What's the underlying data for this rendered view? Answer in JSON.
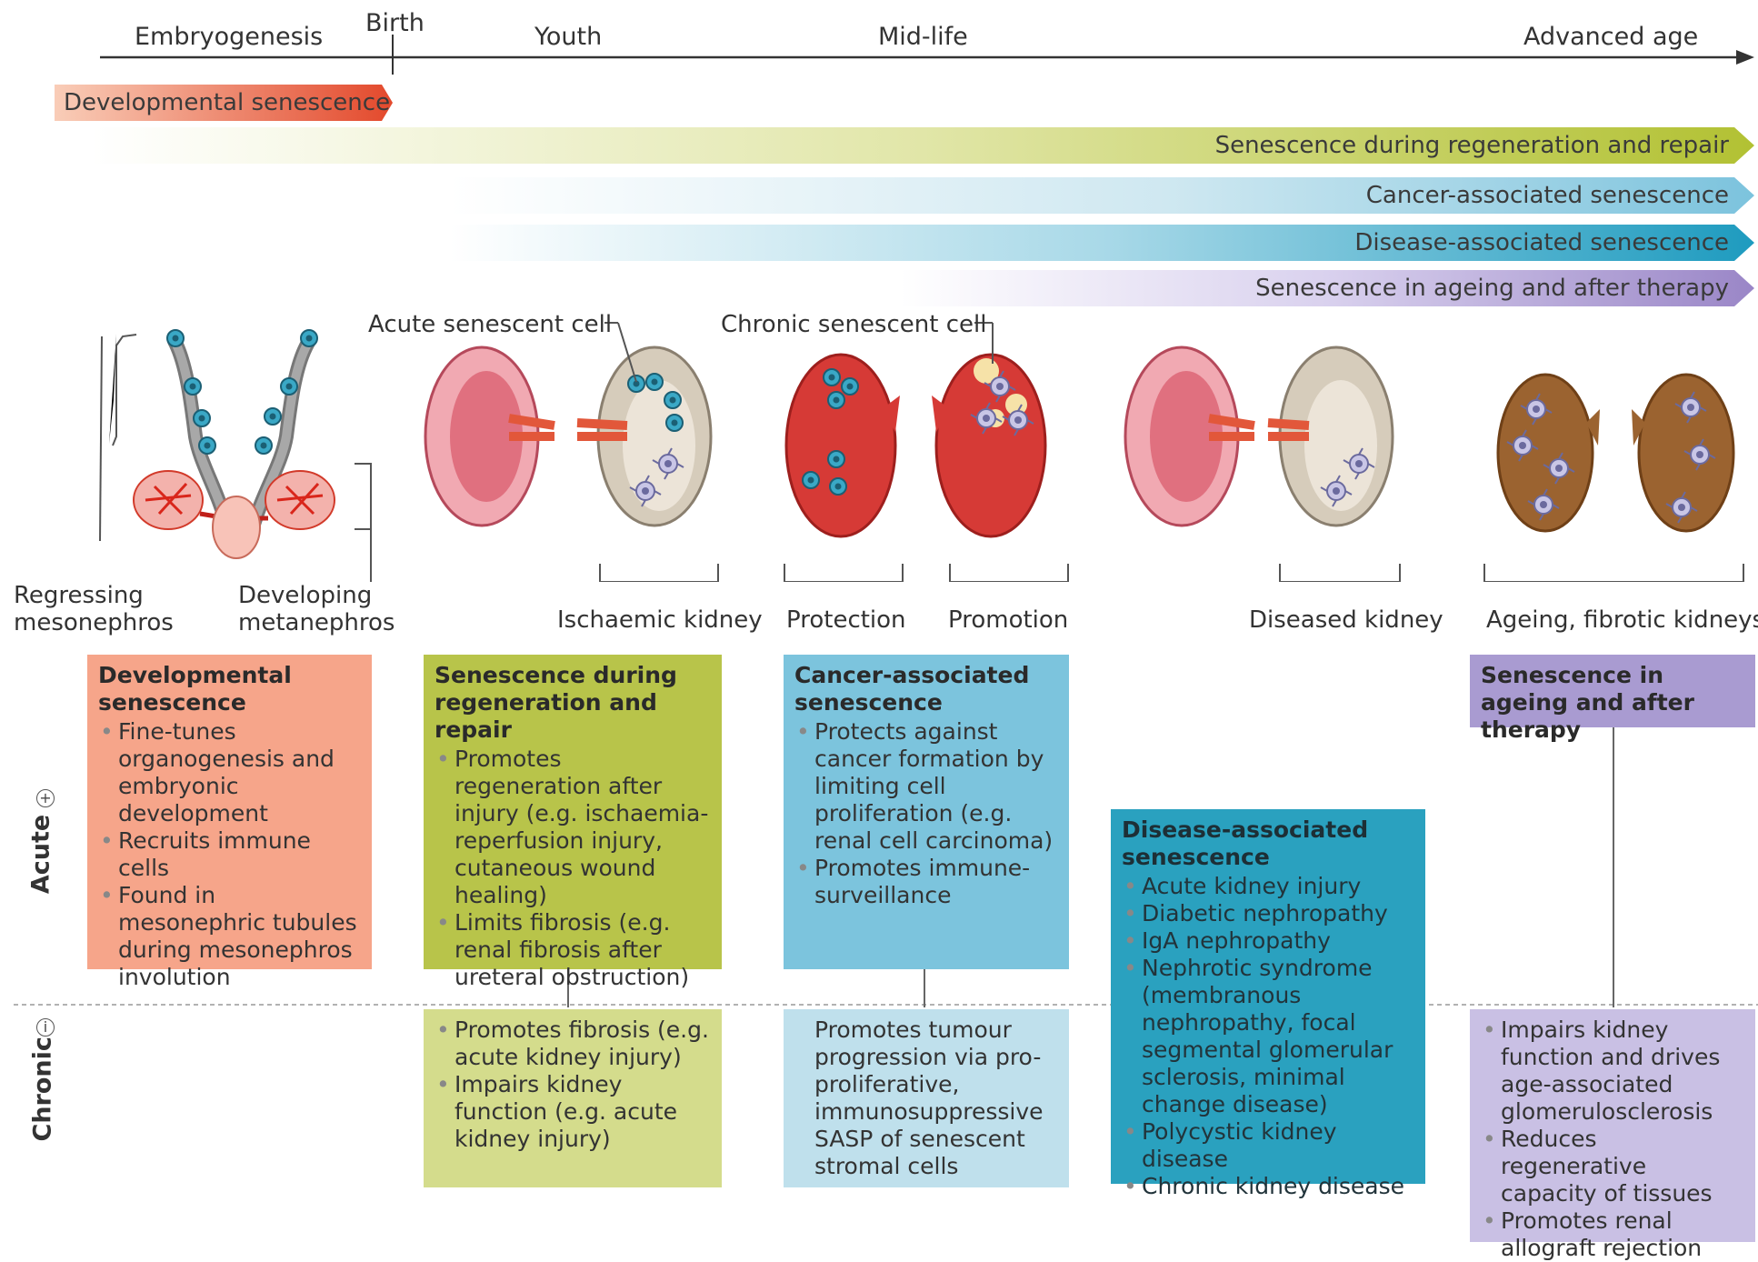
{
  "timeline": {
    "stages": [
      "Embryogenesis",
      "Birth",
      "Youth",
      "Mid-life",
      "Advanced age"
    ]
  },
  "arrows": [
    {
      "label": "Developmental senescence",
      "color": "#e8593a"
    },
    {
      "label": "Senescence during regeneration and repair",
      "color": "#b6c43c"
    },
    {
      "label": "Cancer-associated senescence",
      "color": "#7ec3dc"
    },
    {
      "label": "Disease-associated senescence",
      "color": "#2aa3c2"
    },
    {
      "label": "Senescence in ageing and after therapy",
      "color": "#a08fc9"
    }
  ],
  "callouts": {
    "acute_cell": "Acute senescent cell",
    "chronic_cell": "Chronic senescent cell"
  },
  "captions": {
    "regressing": "Regressing\nmesonephros",
    "developing": "Developing\nmetanephros",
    "ischaemic": "Ischaemic kidney",
    "protection": "Protection",
    "promotion": "Promotion",
    "diseased": "Diseased kidney",
    "ageing": "Ageing, fibrotic kidneys"
  },
  "side_labels": {
    "acute": "Acute",
    "chronic": "Chronic",
    "acute_symbol": "+",
    "chronic_symbol": "i"
  },
  "boxes": {
    "developmental": {
      "title": "Developmental senescence",
      "color": "#f6a58a",
      "items": [
        "Fine-tunes organogenesis and embryonic development",
        "Recruits immune cells",
        "Found in mesonephric tubules during mesonephros involution"
      ]
    },
    "regeneration": {
      "title": "Senescence during regeneration and repair",
      "color": "#b8c44a",
      "items": [
        "Promotes regeneration after injury (e.g. ischaemia-reperfusion injury, cutaneous wound healing)",
        "Limits fibrosis (e.g. renal fibrosis after ureteral obstruction)"
      ],
      "chronic_color": "#d4dc8c",
      "chronic_items": [
        "Promotes fibrosis (e.g. acute kidney injury)",
        "Impairs kidney function (e.g. acute kidney injury)"
      ]
    },
    "cancer": {
      "title": "Cancer-associated senescence",
      "color": "#7cc4dd",
      "items": [
        "Protects against cancer formation by limiting cell proliferation (e.g. renal cell carcinoma)",
        "Promotes immune-surveillance"
      ],
      "chronic_color": "#bfe0ec",
      "chronic_text": "Promotes tumour progression via pro-proliferative, immunosuppressive SASP of senescent stromal cells"
    },
    "disease": {
      "title": "Disease-associated senescence",
      "color": "#2aa1bf",
      "items": [
        "Acute kidney injury",
        "Diabetic nephropathy",
        "IgA nephropathy",
        "Nephrotic syndrome (membranous nephropathy, focal segmental glomerular sclerosis, minimal change disease)",
        "Polycystic kidney disease",
        "Chronic kidney disease"
      ]
    },
    "ageing": {
      "title": "Senescence in ageing and after therapy",
      "color": "#a99bd1",
      "chronic_color": "#c9c0e4",
      "chronic_items": [
        "Impairs kidney function and drives age-associated glomerulosclerosis",
        "Reduces regenerative capacity of tissues",
        "Promotes renal allograft rejection"
      ]
    }
  }
}
